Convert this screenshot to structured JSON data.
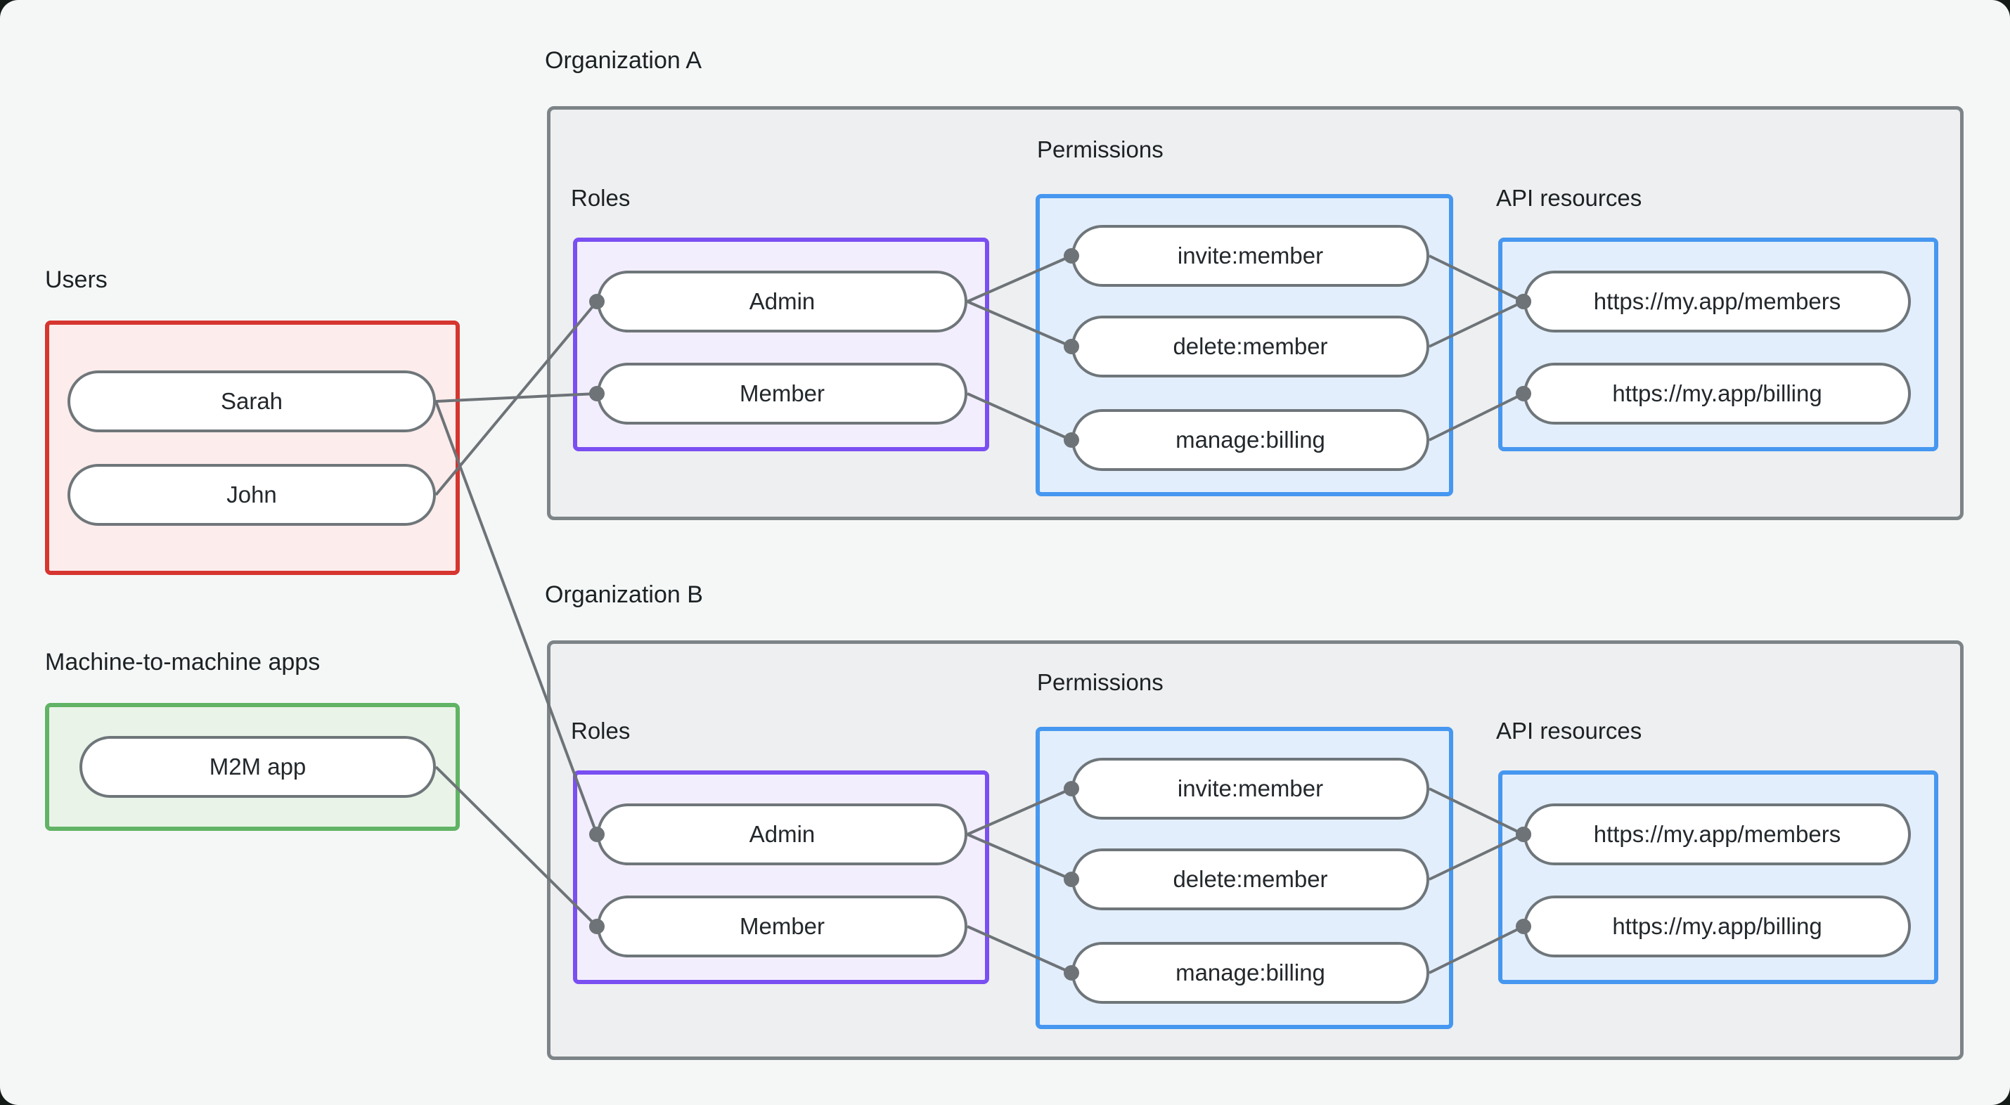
{
  "canvas": {
    "background": "#f5f7f7",
    "outer_background": "#151b17"
  },
  "colors": {
    "users_border": "#d63530",
    "users_fill": "#fceceb",
    "m2m_border": "#61b365",
    "m2m_fill": "#e9f3e8",
    "roles_border": "#7a4ff2",
    "roles_fill": "#f3eefe",
    "blue_border": "#4697f0",
    "blue_fill": "#e2eefc",
    "org_border": "#7d8487",
    "org_fill": "#eeeff0",
    "edge_color": "#6d7377",
    "pill_border": "#6f767a",
    "text_color": "#1c2124"
  },
  "groups": {
    "users": {
      "label": "Users",
      "items": {
        "sarah": "Sarah",
        "john": "John"
      }
    },
    "m2m": {
      "label": "Machine-to-machine apps",
      "items": {
        "m2m_app": "M2M app"
      }
    },
    "org_a": {
      "title": "Organization A",
      "roles_label": "Roles",
      "permissions_label": "Permissions",
      "api_label": "API resources",
      "roles": {
        "admin": "Admin",
        "member": "Member"
      },
      "permissions": {
        "invite": "invite:member",
        "delete": "delete:member",
        "manage": "manage:billing"
      },
      "api_resources": {
        "members": "https://my.app/members",
        "billing": "https://my.app/billing"
      }
    },
    "org_b": {
      "title": "Organization B",
      "roles_label": "Roles",
      "permissions_label": "Permissions",
      "api_label": "API resources",
      "roles": {
        "admin": "Admin",
        "member": "Member"
      },
      "permissions": {
        "invite": "invite:member",
        "delete": "delete:member",
        "manage": "manage:billing"
      },
      "api_resources": {
        "members": "https://my.app/members",
        "billing": "https://my.app/billing"
      }
    }
  },
  "connections": [
    {
      "from": "sarah",
      "to": "org_a.member"
    },
    {
      "from": "sarah",
      "to": "org_b.admin"
    },
    {
      "from": "john",
      "to": "org_a.admin"
    },
    {
      "from": "m2m_app",
      "to": "org_b.member"
    },
    {
      "from": "org_a.admin",
      "to": "org_a.invite"
    },
    {
      "from": "org_a.admin",
      "to": "org_a.delete"
    },
    {
      "from": "org_a.member",
      "to": "org_a.manage"
    },
    {
      "from": "org_a.invite",
      "to": "org_a.members_api"
    },
    {
      "from": "org_a.delete",
      "to": "org_a.members_api"
    },
    {
      "from": "org_a.manage",
      "to": "org_a.billing_api"
    },
    {
      "from": "org_b.admin",
      "to": "org_b.invite"
    },
    {
      "from": "org_b.admin",
      "to": "org_b.delete"
    },
    {
      "from": "org_b.member",
      "to": "org_b.manage"
    },
    {
      "from": "org_b.invite",
      "to": "org_b.members_api"
    },
    {
      "from": "org_b.delete",
      "to": "org_b.members_api"
    },
    {
      "from": "org_b.manage",
      "to": "org_b.billing_api"
    }
  ]
}
